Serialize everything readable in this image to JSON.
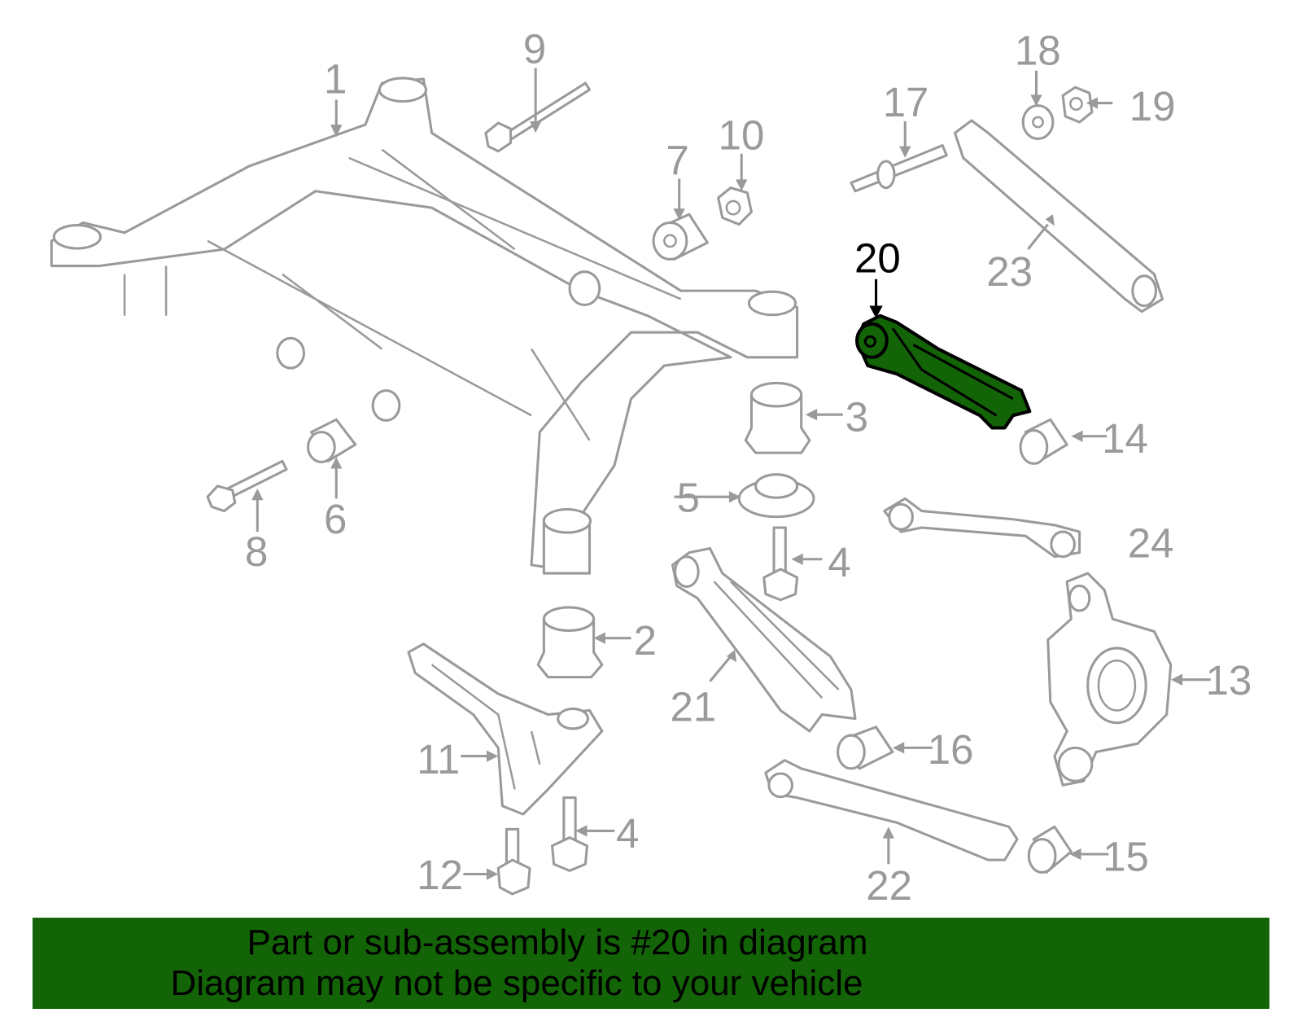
{
  "diagram": {
    "highlighted_part": "20",
    "highlight_color": "#136307",
    "callouts": [
      "1",
      "9",
      "18",
      "17",
      "19",
      "7",
      "10",
      "20",
      "23",
      "3",
      "14",
      "6",
      "8",
      "5",
      "24",
      "4",
      "2",
      "13",
      "21",
      "11",
      "16",
      "4",
      "15",
      "12",
      "22"
    ]
  },
  "banner": {
    "line1": "Part or sub-assembly is #20 in diagram",
    "line2": "Diagram may not be specific to your vehicle",
    "background": "#136307"
  }
}
